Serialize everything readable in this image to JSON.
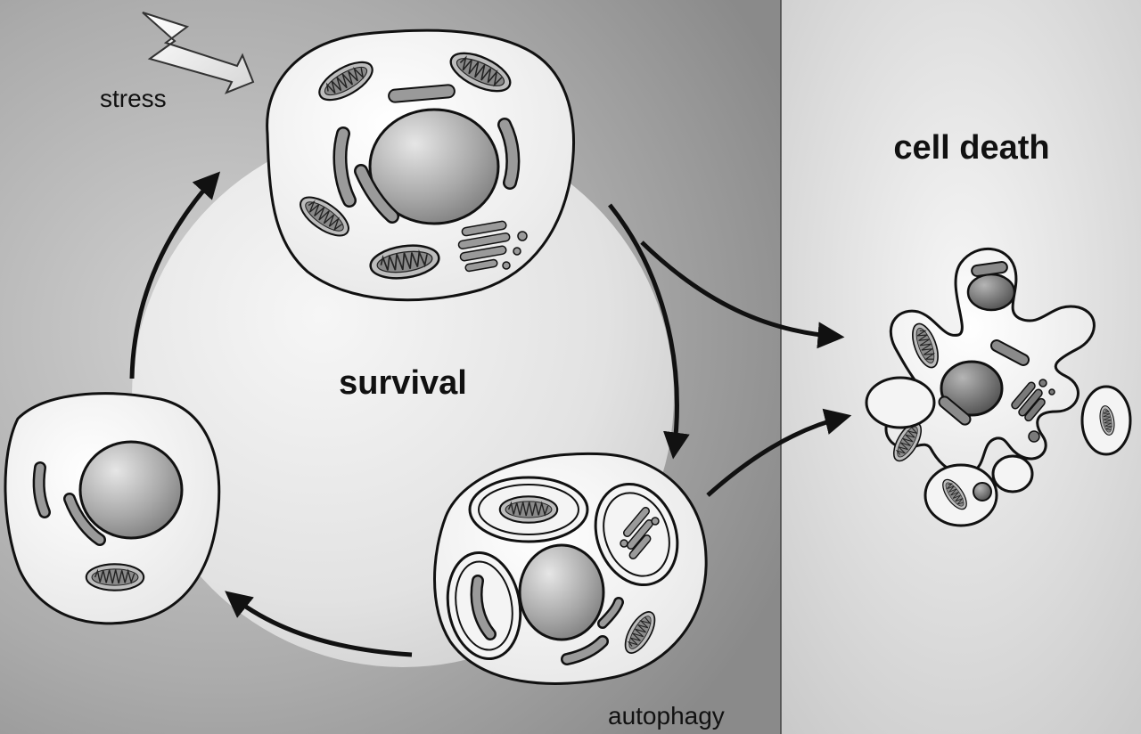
{
  "labels": {
    "stress": "stress",
    "survival": "survival",
    "cell_death": "cell death",
    "autophagy": "autophagy"
  },
  "colors": {
    "left_panel": "#8f8f8f",
    "right_panel": "#cfcfcf",
    "cell_fill": "#f2f2f2",
    "outline": "#111111",
    "organelle": "#8a8a8a",
    "nucleus": "#9a9a9a"
  },
  "icons": [
    "lightning-bolt-icon",
    "arrow-icon"
  ]
}
